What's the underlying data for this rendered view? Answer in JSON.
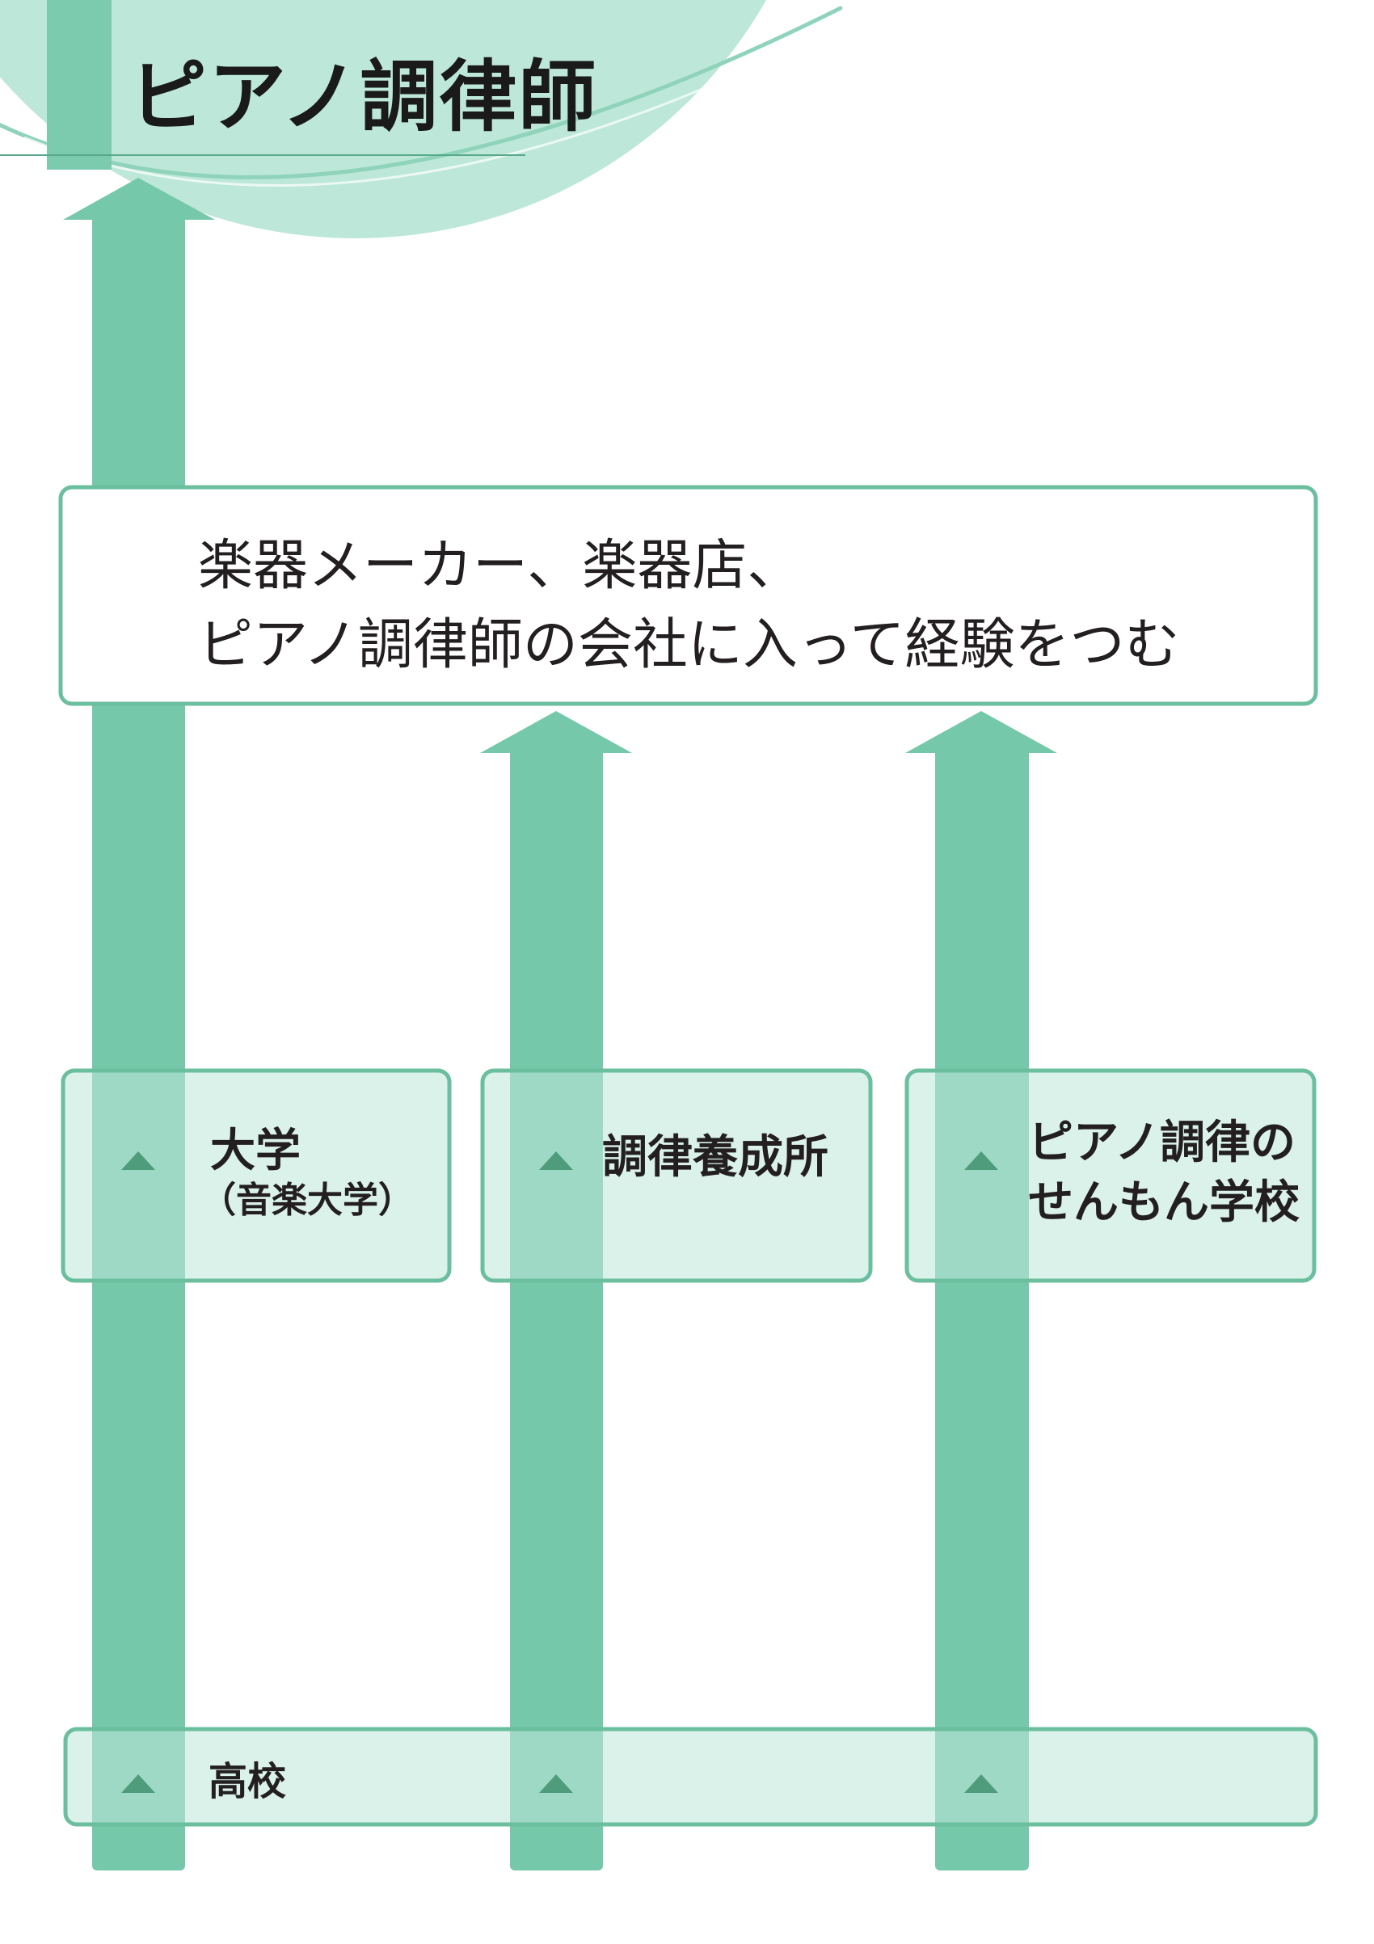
{
  "title": "ピアノ調律師",
  "goal": {
    "line1": "楽器メーカー、楽器店、",
    "line2": "ピアノ調律師の会社に入って経験をつむ"
  },
  "paths": [
    {
      "label_line1": "大学",
      "label_line2": "（音楽大学）"
    },
    {
      "label_line1": "調律養成所"
    },
    {
      "label_line1": "ピアノ調律の",
      "label_line2": "せんもん学校"
    }
  ],
  "start": {
    "label": "高校"
  },
  "colors": {
    "arrow": "#76c8aa",
    "box_fill": "#bee8d9",
    "box_border": "#6bbf9f",
    "marker": "#4f9c7d",
    "header_circle": "#bde8d9",
    "header_bar": "#7ccbae",
    "text": "#231f20"
  }
}
